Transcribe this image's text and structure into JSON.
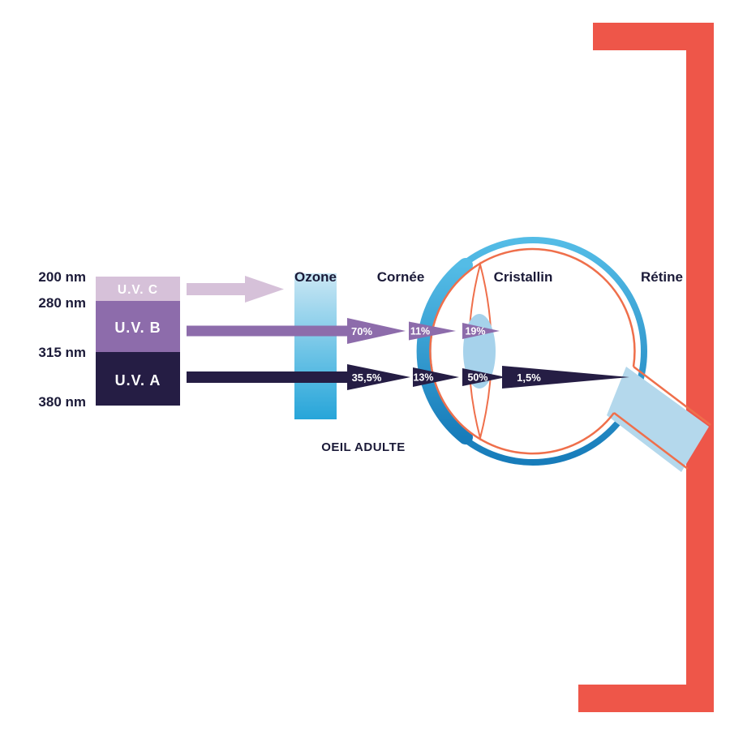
{
  "figure": {
    "caption": "OEIL ADULTE",
    "wavelength_labels": [
      "200 nm",
      "280 nm",
      "315 nm",
      "380 nm"
    ],
    "bands": [
      {
        "label": "U.V. C",
        "color": "#d6c1d9"
      },
      {
        "label": "U.V. B",
        "color": "#8d6cab"
      },
      {
        "label": "U.V. A",
        "color": "#251d44"
      }
    ],
    "structures": {
      "ozone": "Ozone",
      "cornee": "Cornée",
      "cristallin": "Cristallin",
      "retine": "Rétine"
    },
    "transmission": {
      "uvb": {
        "after_ozone": "70%",
        "at_cornea": "11%",
        "at_lens": "19%"
      },
      "uva": {
        "after_ozone": "35,5%",
        "at_cornea": "13%",
        "at_lens": "50%",
        "at_retina": "1,5%"
      }
    },
    "colors": {
      "uvc": "#d6c1d9",
      "uvb": "#8d6cab",
      "uva": "#251d44",
      "frame_red": "#ee5649",
      "eye_blue": "#2aa4d8",
      "retina_orange": "#ef6f4b",
      "lens_blue": "#a6d2eb",
      "nerve_blue": "#b4d8ec",
      "text_dark": "#1b1a38"
    }
  }
}
